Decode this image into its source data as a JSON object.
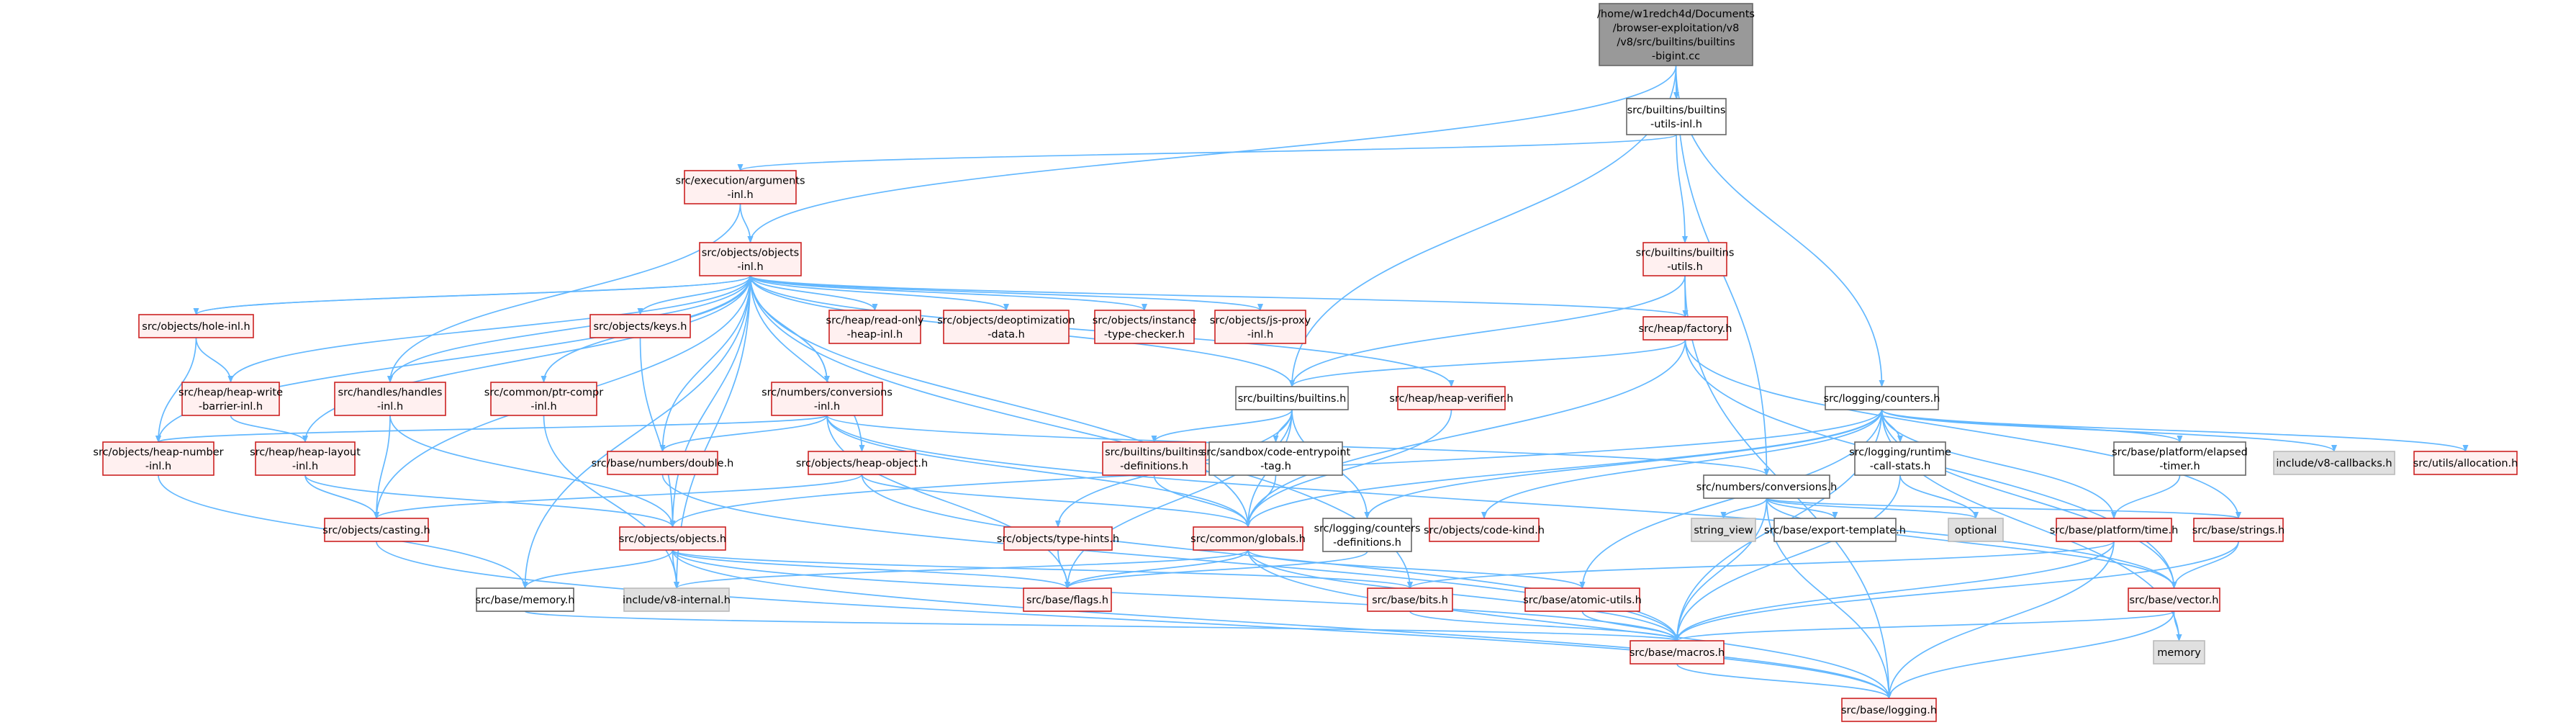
{
  "colors": {
    "edge": "#63b8ff",
    "root_fill": "#999999",
    "root_border": "#666666",
    "normal_fill": "#ffffff",
    "normal_border": "#666666",
    "truncated_fill": "#fff0f0",
    "truncated_border": "#cc2222",
    "external_fill": "#e0e0e0",
    "external_border": "#bbbbbb"
  },
  "nodes": [
    {
      "id": "root",
      "lines": [
        "/home/w1redch4d/Documents",
        "/browser-exploitation/v8",
        "/v8/src/builtins/builtins",
        "-bigint.cc"
      ],
      "style": "root"
    },
    {
      "id": "bui_inl",
      "lines": [
        "src/builtins/builtins",
        "-utils-inl.h"
      ],
      "style": "normal"
    },
    {
      "id": "exec_args",
      "lines": [
        "src/execution/arguments",
        "-inl.h"
      ],
      "style": "truncated"
    },
    {
      "id": "obj_inl",
      "lines": [
        "src/objects/objects",
        "-inl.h"
      ],
      "style": "truncated"
    },
    {
      "id": "bu_utils",
      "lines": [
        "src/builtins/builtins",
        "-utils.h"
      ],
      "style": "truncated"
    },
    {
      "id": "hole",
      "lines": [
        "src/objects/hole-inl.h"
      ],
      "style": "truncated"
    },
    {
      "id": "keys",
      "lines": [
        "src/objects/keys.h"
      ],
      "style": "truncated"
    },
    {
      "id": "readonly",
      "lines": [
        "src/heap/read-only",
        "-heap-inl.h"
      ],
      "style": "truncated"
    },
    {
      "id": "deopt",
      "lines": [
        "src/objects/deoptimization",
        "-data.h"
      ],
      "style": "truncated"
    },
    {
      "id": "itc",
      "lines": [
        "src/objects/instance",
        "-type-checker.h"
      ],
      "style": "truncated"
    },
    {
      "id": "jsproxy",
      "lines": [
        "src/objects/js-proxy",
        "-inl.h"
      ],
      "style": "truncated"
    },
    {
      "id": "factory",
      "lines": [
        "src/heap/factory.h"
      ],
      "style": "truncated"
    },
    {
      "id": "ptrcompr",
      "lines": [
        "src/common/ptr-compr",
        "-inl.h"
      ],
      "style": "truncated"
    },
    {
      "id": "numconv_inl",
      "lines": [
        "src/numbers/conversions",
        "-inl.h"
      ],
      "style": "truncated"
    },
    {
      "id": "hwb",
      "lines": [
        "src/heap/heap-write",
        "-barrier-inl.h"
      ],
      "style": "truncated"
    },
    {
      "id": "handles",
      "lines": [
        "src/handles/handles",
        "-inl.h"
      ],
      "style": "truncated"
    },
    {
      "id": "builtins_h",
      "lines": [
        "src/builtins/builtins.h"
      ],
      "style": "normal"
    },
    {
      "id": "heapverif",
      "lines": [
        "src/heap/heap-verifier.h"
      ],
      "style": "truncated"
    },
    {
      "id": "counters",
      "lines": [
        "src/logging/counters.h"
      ],
      "style": "normal"
    },
    {
      "id": "heapnum",
      "lines": [
        "src/objects/heap-number",
        "-inl.h"
      ],
      "style": "truncated"
    },
    {
      "id": "heaplayout",
      "lines": [
        "src/heap/heap-layout",
        "-inl.h"
      ],
      "style": "truncated"
    },
    {
      "id": "double",
      "lines": [
        "src/base/numbers/double.h"
      ],
      "style": "truncated"
    },
    {
      "id": "heapobj",
      "lines": [
        "src/objects/heap-object.h"
      ],
      "style": "truncated"
    },
    {
      "id": "bdefs",
      "lines": [
        "src/builtins/builtins",
        "-definitions.h"
      ],
      "style": "truncated"
    },
    {
      "id": "sandbox",
      "lines": [
        "src/sandbox/code-entrypoint",
        "-tag.h"
      ],
      "style": "normal"
    },
    {
      "id": "conv_h",
      "lines": [
        "src/numbers/conversions.h"
      ],
      "style": "normal"
    },
    {
      "id": "rcs",
      "lines": [
        "src/logging/runtime",
        "-call-stats.h"
      ],
      "style": "normal"
    },
    {
      "id": "elapsed",
      "lines": [
        "src/base/platform/elapsed",
        "-timer.h"
      ],
      "style": "normal"
    },
    {
      "id": "v8cb",
      "lines": [
        "include/v8-callbacks.h"
      ],
      "style": "external"
    },
    {
      "id": "alloc",
      "lines": [
        "src/utils/allocation.h"
      ],
      "style": "truncated"
    },
    {
      "id": "casting",
      "lines": [
        "src/objects/casting.h"
      ],
      "style": "truncated"
    },
    {
      "id": "objects_h",
      "lines": [
        "src/objects/objects.h"
      ],
      "style": "truncated"
    },
    {
      "id": "typehints",
      "lines": [
        "src/objects/type-hints.h"
      ],
      "style": "truncated"
    },
    {
      "id": "globals",
      "lines": [
        "src/common/globals.h"
      ],
      "style": "truncated"
    },
    {
      "id": "cdefs",
      "lines": [
        "src/logging/counters",
        "-definitions.h"
      ],
      "style": "normal"
    },
    {
      "id": "codekind",
      "lines": [
        "src/objects/code-kind.h"
      ],
      "style": "truncated"
    },
    {
      "id": "string_view",
      "lines": [
        "string_view"
      ],
      "style": "external"
    },
    {
      "id": "exptmpl",
      "lines": [
        "src/base/export-template.h"
      ],
      "style": "normal"
    },
    {
      "id": "optional",
      "lines": [
        "optional"
      ],
      "style": "external"
    },
    {
      "id": "ptime",
      "lines": [
        "src/base/platform/time.h"
      ],
      "style": "truncated"
    },
    {
      "id": "strings",
      "lines": [
        "src/base/strings.h"
      ],
      "style": "truncated"
    },
    {
      "id": "memory_h",
      "lines": [
        "src/base/memory.h"
      ],
      "style": "normal"
    },
    {
      "id": "v8int",
      "lines": [
        "include/v8-internal.h"
      ],
      "style": "external"
    },
    {
      "id": "flags",
      "lines": [
        "src/base/flags.h"
      ],
      "style": "truncated"
    },
    {
      "id": "bits",
      "lines": [
        "src/base/bits.h"
      ],
      "style": "truncated"
    },
    {
      "id": "atomic",
      "lines": [
        "src/base/atomic-utils.h"
      ],
      "style": "truncated"
    },
    {
      "id": "vector",
      "lines": [
        "src/base/vector.h"
      ],
      "style": "truncated"
    },
    {
      "id": "macros",
      "lines": [
        "src/base/macros.h"
      ],
      "style": "truncated"
    },
    {
      "id": "memory_ext",
      "lines": [
        "memory"
      ],
      "style": "external"
    },
    {
      "id": "logging",
      "lines": [
        "src/base/logging.h"
      ],
      "style": "truncated"
    }
  ],
  "edges": [
    [
      "root",
      "bui_inl"
    ],
    [
      "root",
      "obj_inl"
    ],
    [
      "root",
      "builtins_h"
    ],
    [
      "root",
      "counters"
    ],
    [
      "root",
      "conv_h"
    ],
    [
      "bui_inl",
      "exec_args"
    ],
    [
      "bui_inl",
      "bu_utils"
    ],
    [
      "exec_args",
      "obj_inl"
    ],
    [
      "exec_args",
      "handles"
    ],
    [
      "bu_utils",
      "factory"
    ],
    [
      "bu_utils",
      "builtins_h"
    ],
    [
      "bu_utils",
      "logging"
    ],
    [
      "obj_inl",
      "hole"
    ],
    [
      "obj_inl",
      "keys"
    ],
    [
      "obj_inl",
      "readonly"
    ],
    [
      "obj_inl",
      "deopt"
    ],
    [
      "obj_inl",
      "itc"
    ],
    [
      "obj_inl",
      "jsproxy"
    ],
    [
      "obj_inl",
      "factory"
    ],
    [
      "obj_inl",
      "ptrcompr"
    ],
    [
      "obj_inl",
      "numconv_inl"
    ],
    [
      "obj_inl",
      "hwb"
    ],
    [
      "obj_inl",
      "handles"
    ],
    [
      "obj_inl",
      "builtins_h"
    ],
    [
      "obj_inl",
      "heapverif"
    ],
    [
      "obj_inl",
      "heapnum"
    ],
    [
      "obj_inl",
      "heaplayout"
    ],
    [
      "obj_inl",
      "double"
    ],
    [
      "obj_inl",
      "heapobj"
    ],
    [
      "obj_inl",
      "casting"
    ],
    [
      "obj_inl",
      "objects_h"
    ],
    [
      "obj_inl",
      "globals"
    ],
    [
      "obj_inl",
      "memory_h"
    ],
    [
      "obj_inl",
      "v8int"
    ],
    [
      "obj_inl",
      "bits"
    ],
    [
      "hole",
      "heapnum"
    ],
    [
      "hole",
      "hwb"
    ],
    [
      "hole",
      "obj_inl"
    ],
    [
      "keys",
      "objects_h"
    ],
    [
      "numconv_inl",
      "obj_inl"
    ],
    [
      "numconv_inl",
      "double"
    ],
    [
      "numconv_inl",
      "conv_h"
    ],
    [
      "numconv_inl",
      "globals"
    ],
    [
      "numconv_inl",
      "heapnum"
    ],
    [
      "numconv_inl",
      "flags"
    ],
    [
      "numconv_inl",
      "vector"
    ],
    [
      "hwb",
      "heaplayout"
    ],
    [
      "handles",
      "casting"
    ],
    [
      "handles",
      "objects_h"
    ],
    [
      "heaplayout",
      "casting"
    ],
    [
      "heaplayout",
      "objects_h"
    ],
    [
      "heapnum",
      "memory_h"
    ],
    [
      "ptrcompr",
      "v8int"
    ],
    [
      "factory",
      "builtins_h"
    ],
    [
      "factory",
      "globals"
    ],
    [
      "factory",
      "vector"
    ],
    [
      "factory",
      "strings"
    ],
    [
      "builtins_h",
      "bdefs"
    ],
    [
      "builtins_h",
      "sandbox"
    ],
    [
      "builtins_h",
      "typehints"
    ],
    [
      "builtins_h",
      "globals"
    ],
    [
      "builtins_h",
      "flags"
    ],
    [
      "builtins_h",
      "cdefs"
    ],
    [
      "heapverif",
      "globals"
    ],
    [
      "counters",
      "objects_h"
    ],
    [
      "counters",
      "globals"
    ],
    [
      "counters",
      "rcs"
    ],
    [
      "counters",
      "elapsed"
    ],
    [
      "counters",
      "v8cb"
    ],
    [
      "counters",
      "alloc"
    ],
    [
      "counters",
      "codekind"
    ],
    [
      "counters",
      "atomic"
    ],
    [
      "counters",
      "ptime"
    ],
    [
      "counters",
      "cdefs"
    ],
    [
      "counters",
      "macros"
    ],
    [
      "counters",
      "memory_ext"
    ],
    [
      "counters",
      "vector"
    ],
    [
      "conv_h",
      "string_view"
    ],
    [
      "conv_h",
      "exptmpl"
    ],
    [
      "conv_h",
      "optional"
    ],
    [
      "conv_h",
      "macros"
    ],
    [
      "conv_h",
      "vector"
    ],
    [
      "conv_h",
      "logging"
    ],
    [
      "conv_h",
      "strings"
    ],
    [
      "rcs",
      "optional"
    ],
    [
      "rcs",
      "macros"
    ],
    [
      "elapsed",
      "ptime"
    ],
    [
      "heapobj",
      "casting"
    ],
    [
      "heapobj",
      "globals"
    ],
    [
      "heapobj",
      "macros"
    ],
    [
      "bdefs",
      "globals"
    ],
    [
      "sandbox",
      "globals"
    ],
    [
      "double",
      "macros"
    ],
    [
      "casting",
      "logging"
    ],
    [
      "objects_h",
      "memory_h"
    ],
    [
      "objects_h",
      "v8int"
    ],
    [
      "objects_h",
      "flags"
    ],
    [
      "objects_h",
      "bits"
    ],
    [
      "objects_h",
      "macros"
    ],
    [
      "objects_h",
      "logging"
    ],
    [
      "typehints",
      "flags"
    ],
    [
      "globals",
      "v8int"
    ],
    [
      "globals",
      "flags"
    ],
    [
      "globals",
      "atomic"
    ],
    [
      "globals",
      "logging"
    ],
    [
      "globals",
      "macros"
    ],
    [
      "cdefs",
      "flags"
    ],
    [
      "ptime",
      "macros"
    ],
    [
      "ptime",
      "bits"
    ],
    [
      "ptime",
      "logging"
    ],
    [
      "strings",
      "vector"
    ],
    [
      "strings",
      "macros"
    ],
    [
      "memory_h",
      "macros"
    ],
    [
      "bits",
      "macros"
    ],
    [
      "atomic",
      "macros"
    ],
    [
      "vector",
      "macros"
    ],
    [
      "vector",
      "memory_ext"
    ],
    [
      "vector",
      "logging"
    ],
    [
      "macros",
      "logging"
    ]
  ]
}
